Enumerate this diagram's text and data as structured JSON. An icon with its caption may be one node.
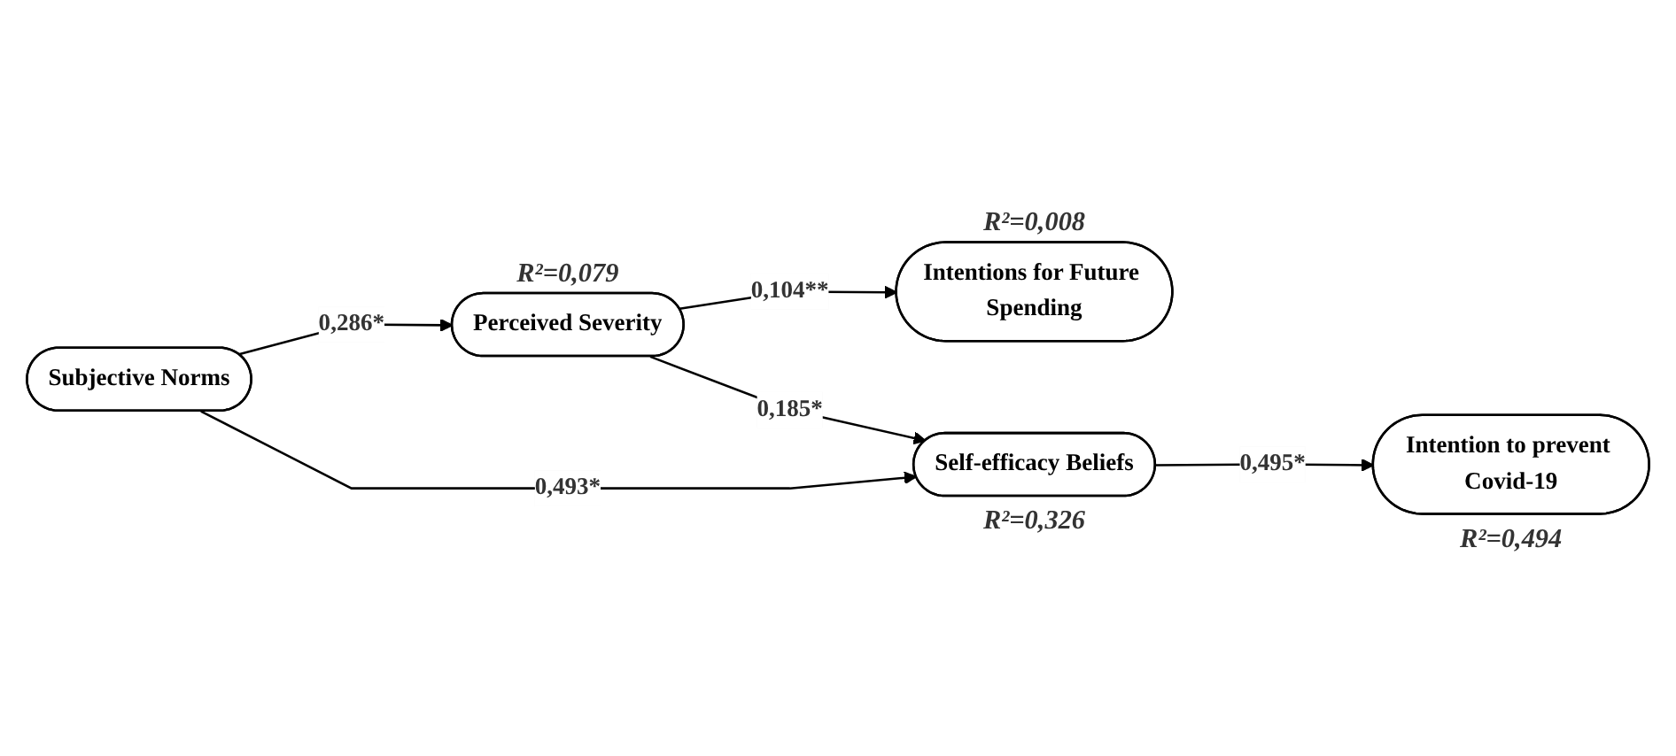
{
  "diagram": {
    "nodes": [
      {
        "text": [
          "Perceived Severity"
        ],
        "beside": [
          "R²=0,079"
        ]
      },
      {
        "text": [
          "Intentions for Future Spending"
        ],
        "beside": [
          "R²=0,008"
        ]
      },
      {
        "text": [
          "Self-efficacy Beliefs"
        ],
        "beside": [
          "R²=0,326"
        ]
      },
      {
        "text": [
          "Intention to prevent Covid-19"
        ],
        "beside": [
          "R²=0,494"
        ]
      },
      {
        "text": [
          "Subjective Norms"
        ]
      }
    ],
    "edges": [
      {
        "from": 0,
        "to": 1,
        "arrow": "to",
        "label": "0,104**"
      },
      {
        "from": 0,
        "to": 2,
        "arrow": "to",
        "label": "0,185*"
      },
      {
        "from": 2,
        "to": 3,
        "arrow": "to",
        "label": "0,495*"
      },
      {
        "from": 4,
        "to": 0,
        "arrow": "to",
        "label": "0,286*"
      },
      {
        "from": 4,
        "to": 2,
        "arrow": "to",
        "label": "0,493*"
      }
    ]
  }
}
